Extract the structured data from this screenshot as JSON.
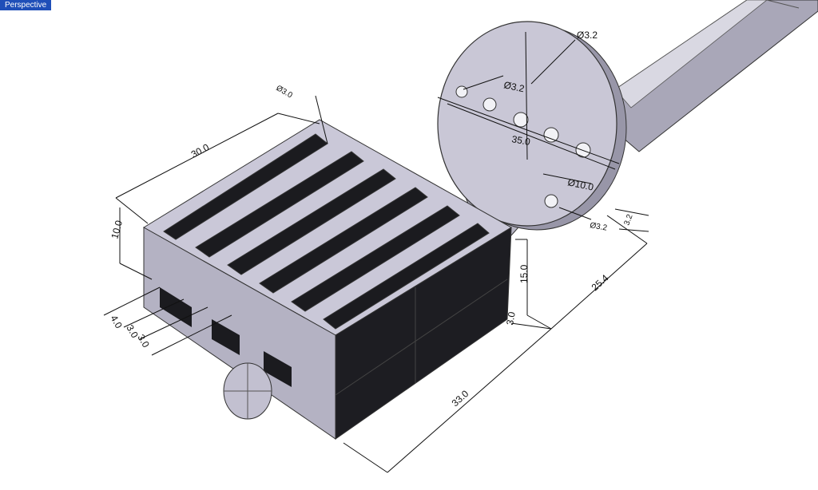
{
  "viewport": {
    "label": "Perspective"
  },
  "dimensions": {
    "length_30": "30.0",
    "height_10": "10.0",
    "hole_d3": "Ø3.0",
    "slot_4": "4.0",
    "slot_3a": "3.0",
    "slot_3b": "3.0",
    "length_33": "33.0",
    "height_15": "15.0",
    "offset_3": "3.0",
    "length_25": "25.4",
    "disc_hole_top": "Ø3.2",
    "disc_hole_row": "Ø3.2",
    "disc_diameter": "35.0",
    "shaft_d10": "Ø10.0",
    "disc_hole_low": "Ø3.2",
    "disc_thick": "3.2"
  },
  "colors": {
    "metal": "#c8c6d6",
    "shadow": "#1b1b1f",
    "tab": "#1f4fb8"
  }
}
